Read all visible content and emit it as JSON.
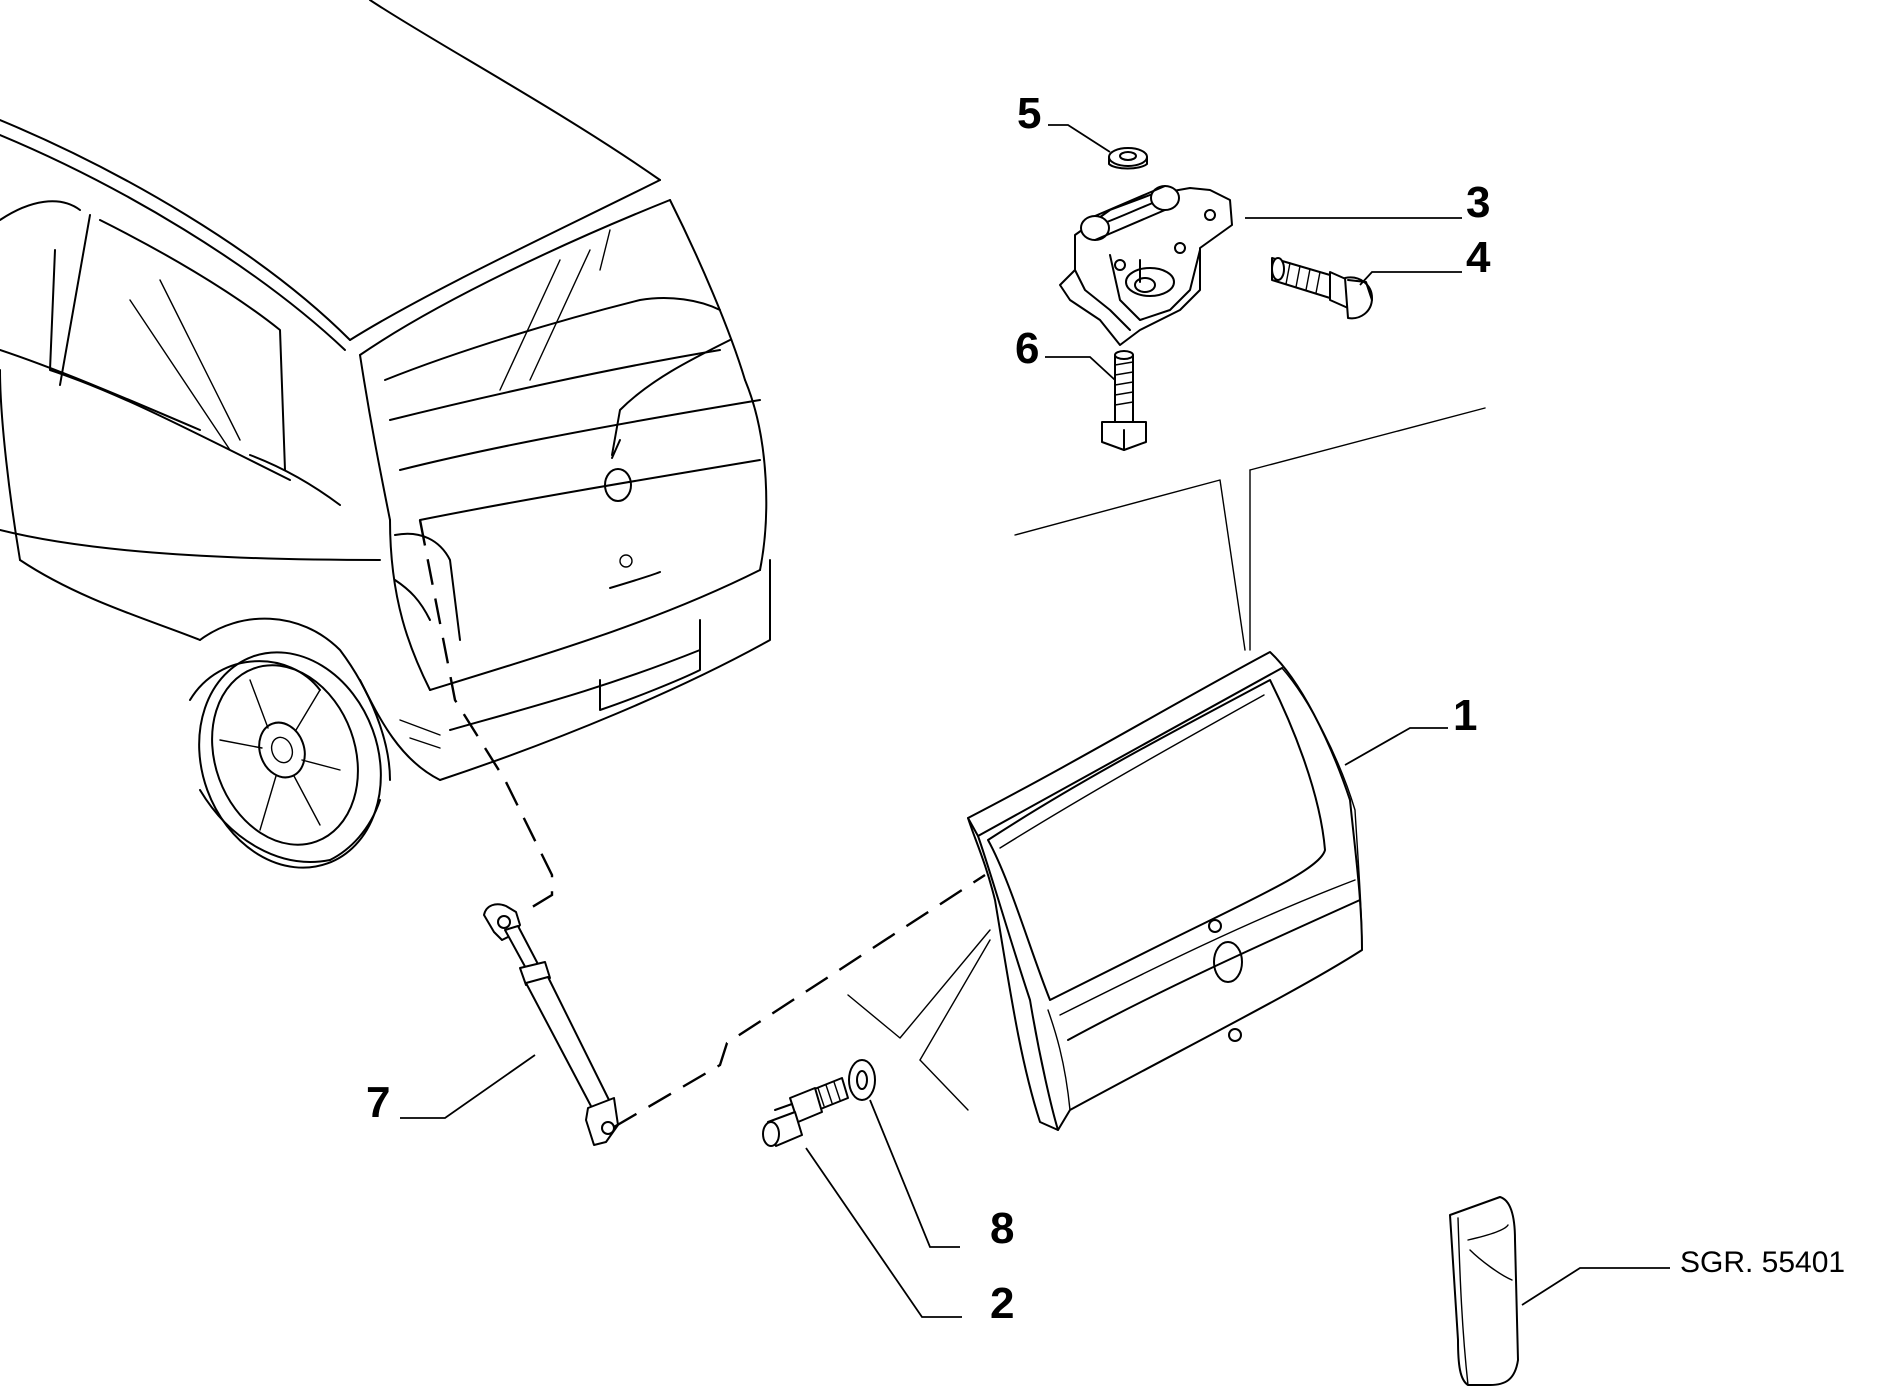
{
  "diagram": {
    "callouts": [
      {
        "id": "1",
        "label": "1"
      },
      {
        "id": "2",
        "label": "2"
      },
      {
        "id": "3",
        "label": "3"
      },
      {
        "id": "4",
        "label": "4"
      },
      {
        "id": "5",
        "label": "5"
      },
      {
        "id": "6",
        "label": "6"
      },
      {
        "id": "7",
        "label": "7"
      },
      {
        "id": "8",
        "label": "8"
      }
    ],
    "reference": "SGR. 55401"
  }
}
